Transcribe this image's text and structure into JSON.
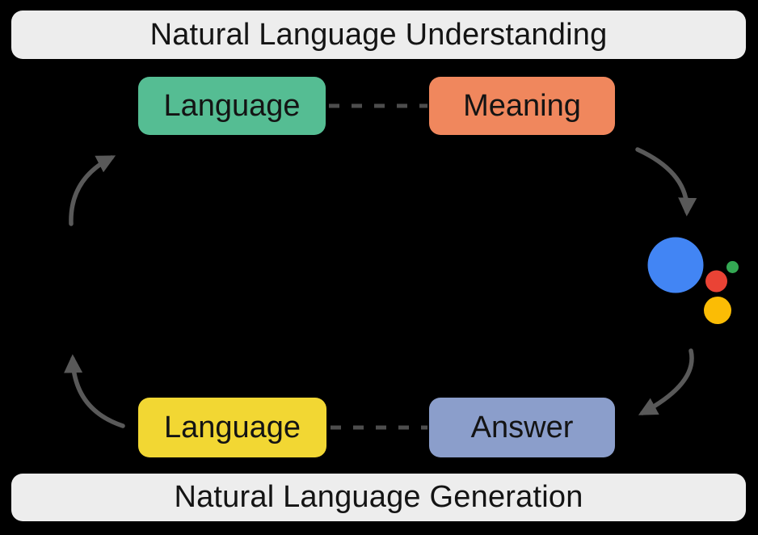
{
  "banners": {
    "top": "Natural Language Understanding",
    "bottom": "Natural Language Generation"
  },
  "nodes": {
    "language_top": {
      "label": "Language",
      "color": "#55BD93"
    },
    "meaning": {
      "label": "Meaning",
      "color": "#F0875D"
    },
    "language_bottom": {
      "label": "Language",
      "color": "#F2D733"
    },
    "answer": {
      "label": "Answer",
      "color": "#8B9ECB"
    }
  },
  "assistant_icon": {
    "blue": "#4285F4",
    "red": "#EA4335",
    "yellow": "#FBBC05",
    "green": "#34A853"
  },
  "colors": {
    "background": "#000000",
    "banner_bg": "#EDEDED",
    "text": "#141414",
    "arrow": "#595959",
    "dash": "#4D4D4D"
  }
}
